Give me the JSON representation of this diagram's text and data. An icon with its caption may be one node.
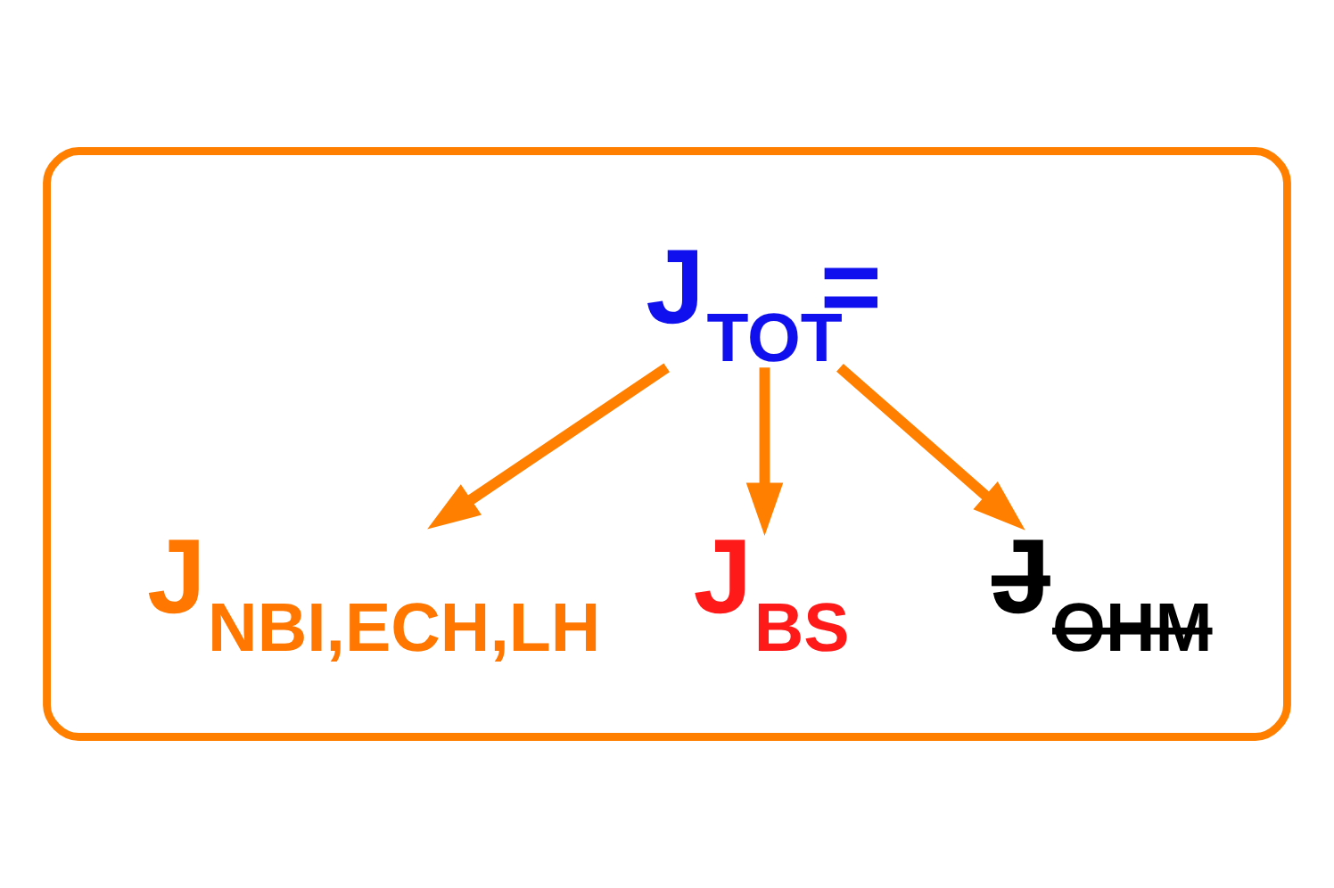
{
  "diagram": {
    "nodes": [
      {
        "text": [],
        "shape": "bubble"
      },
      {
        "text": [
          "J$_{TOT}$="
        ],
        "in": 0
      },
      {
        "text": [
          "J$_{NBI,ECH,LH}$"
        ],
        "in": 0
      },
      {
        "text": [
          "J$_{BS}$"
        ],
        "in": 0
      },
      {
        "text": [
          "J$_{OHM}$"
        ],
        "in": 0
      }
    ],
    "edges": [
      {
        "from": 1,
        "to": 2,
        "arrow": "to"
      },
      {
        "from": 1,
        "to": 3,
        "arrow": "to"
      },
      {
        "from": 1,
        "to": 4,
        "arrow": "to"
      }
    ]
  }
}
